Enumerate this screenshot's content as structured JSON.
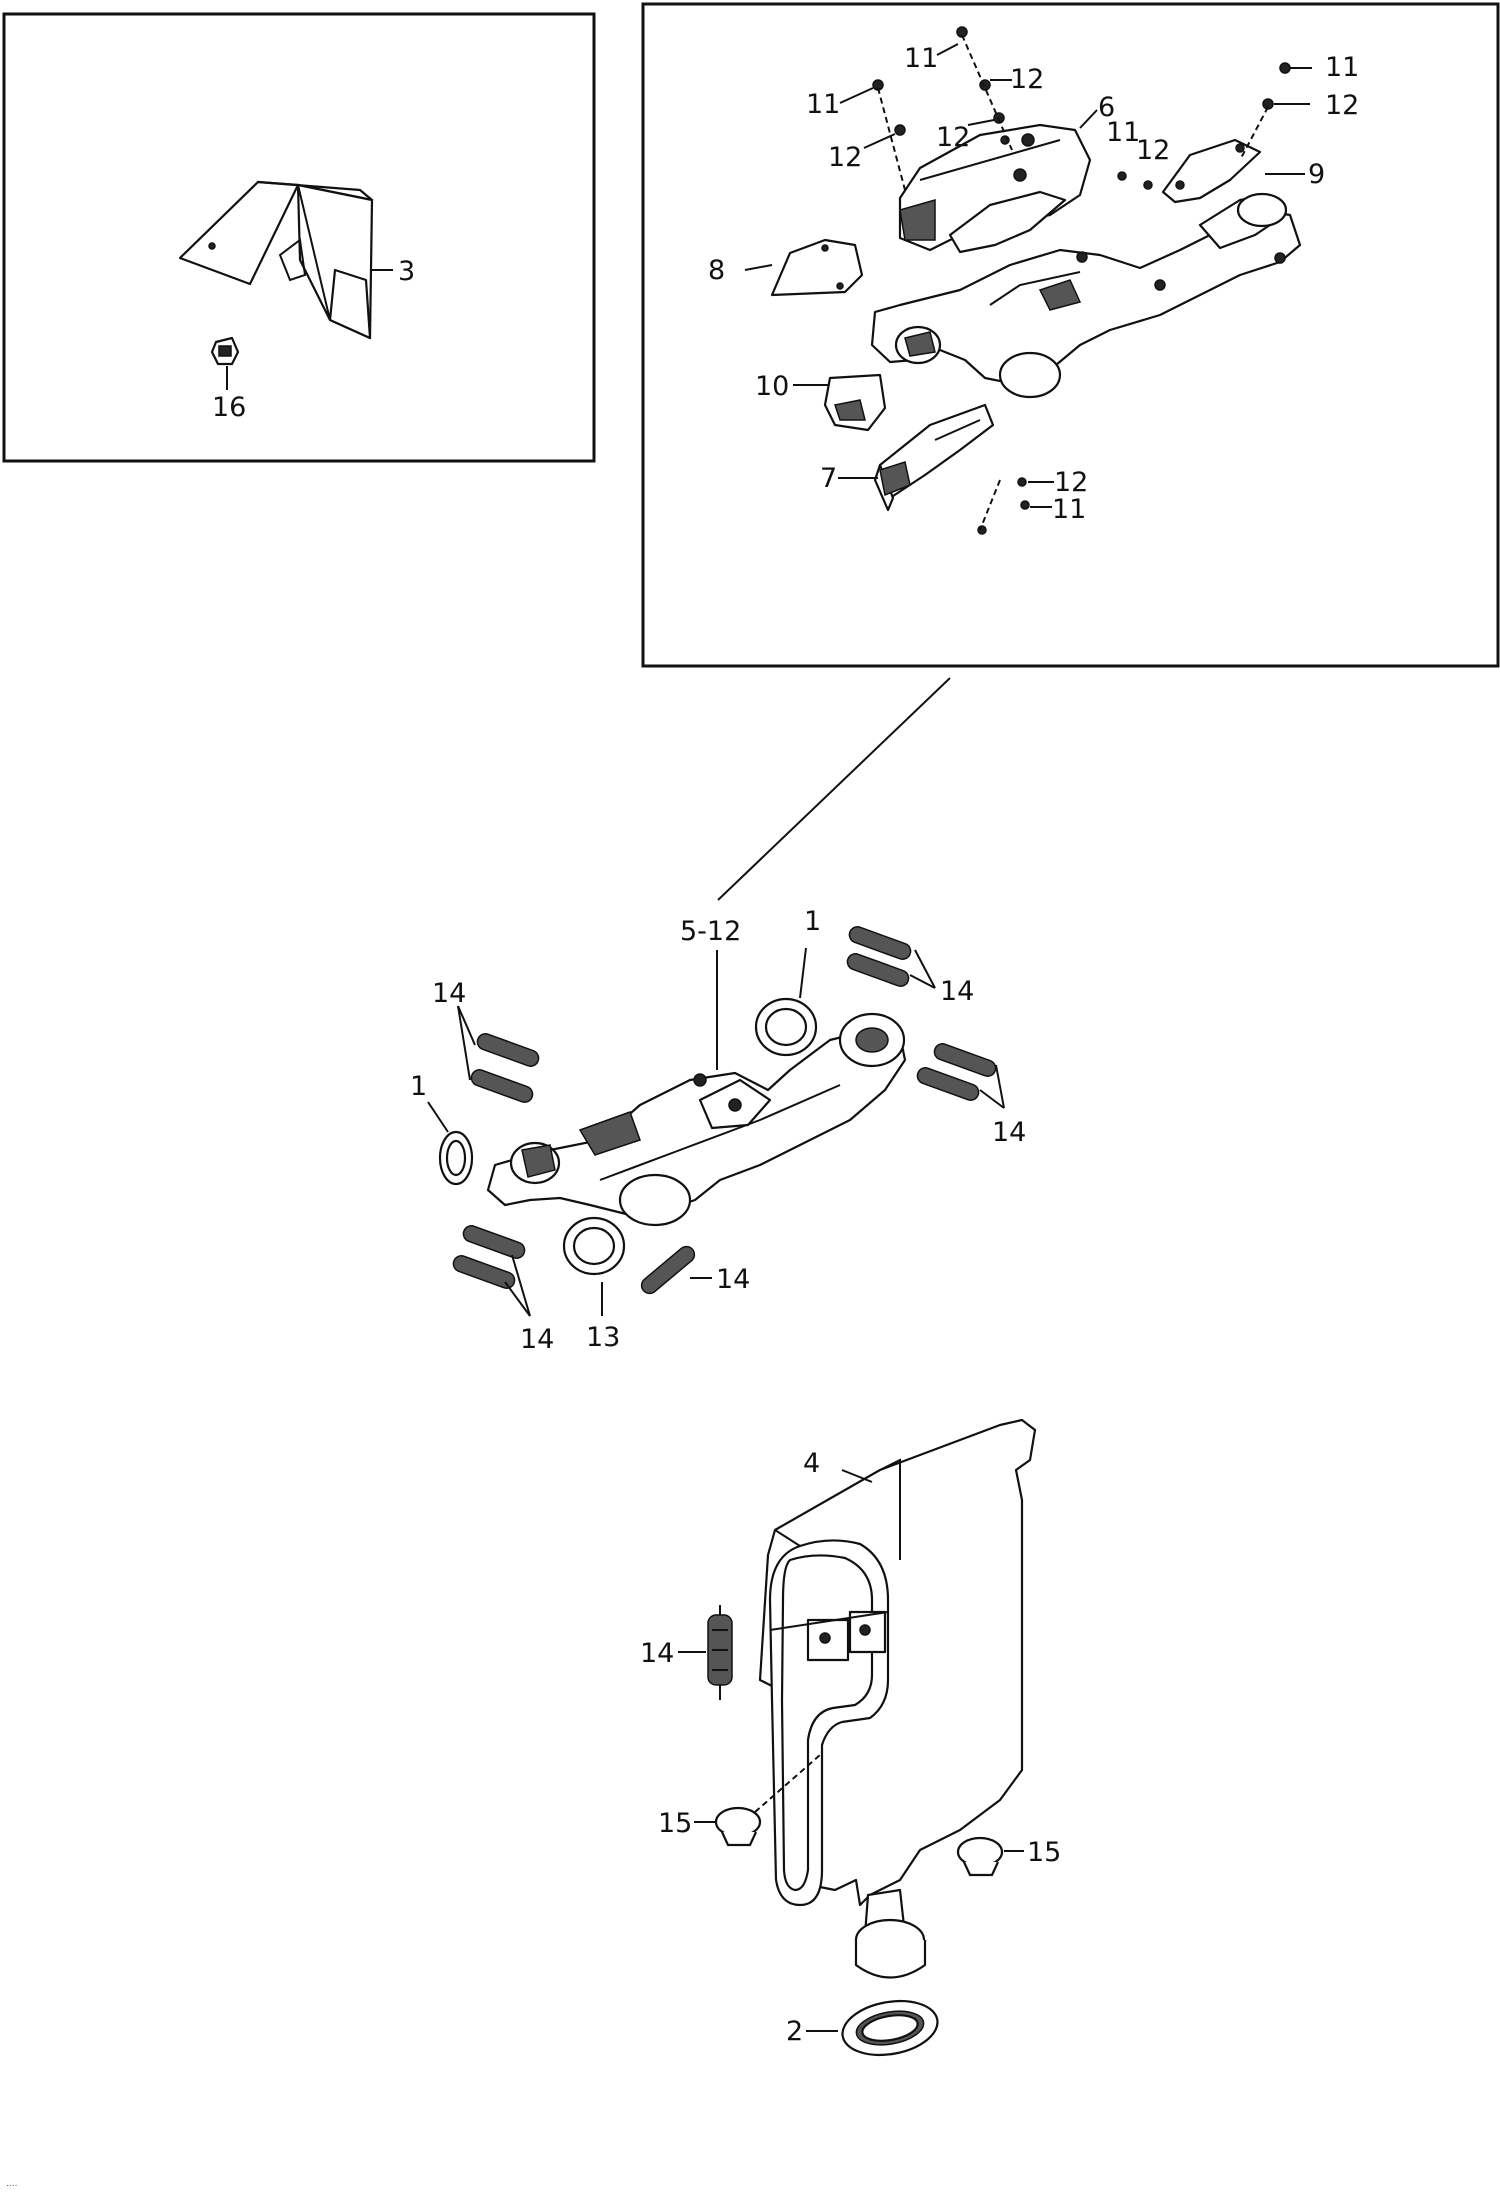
{
  "callouts": {
    "c3": "3",
    "c16": "16",
    "c11a": "11",
    "c12a": "12",
    "c11b": "11",
    "c12b": "12",
    "c12c": "12",
    "c6": "6",
    "c11c": "11",
    "c12d": "12",
    "c11d": "11",
    "c12e": "12",
    "c9": "9",
    "c8": "8",
    "c10": "10",
    "c7": "7",
    "c12f": "12",
    "c11e": "11",
    "c512": "5-12",
    "c1a": "1",
    "c14a": "14",
    "c14b": "14",
    "c1b": "1",
    "c14c": "14",
    "c14d": "14",
    "c13": "13",
    "c14e": "14",
    "c4": "4",
    "c14f": "14",
    "c15a": "15",
    "c15b": "15",
    "c2": "2"
  },
  "footer_text": "...."
}
